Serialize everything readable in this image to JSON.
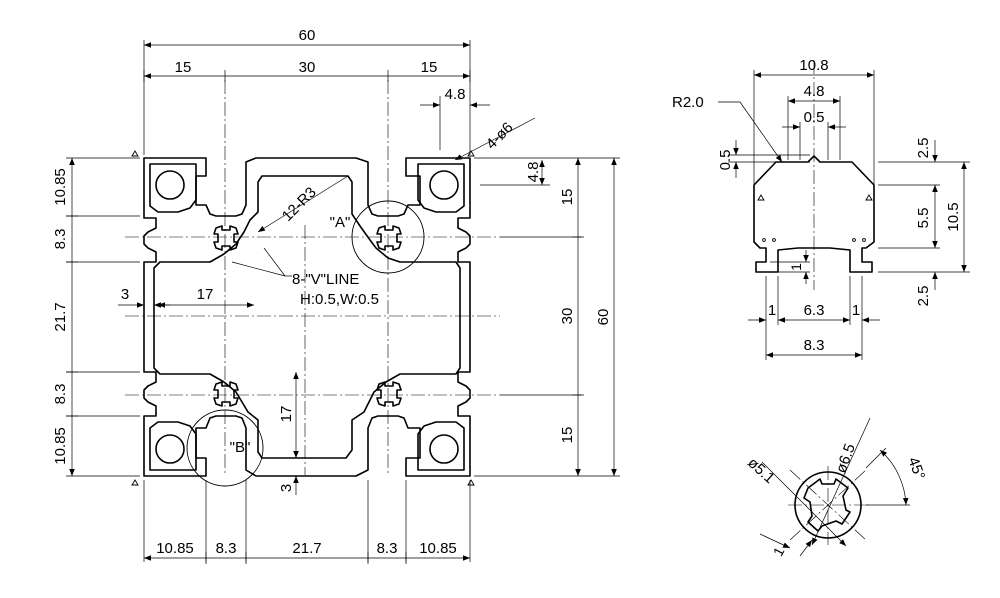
{
  "main_section": {
    "overall_width": "60",
    "top_segments": [
      "15",
      "30",
      "15"
    ],
    "slot_width": "4.8",
    "hole_label": "4-ø6",
    "radius_label": "12-R3",
    "detail_a": "\"A\"",
    "detail_b": "\"B\"",
    "vline_label": "8-\"V\"LINE",
    "vline_spec": "H:0.5,W:0.5",
    "inner_dim_17_h": "17",
    "inner_dim_3_h": "3",
    "inner_dim_17_v": "17",
    "inner_dim_3_v": "3",
    "left_segments": [
      "10.85",
      "8.3",
      "21.7",
      "8.3",
      "10.85"
    ],
    "right_segments": [
      "4.8",
      "15",
      "30",
      "15"
    ],
    "overall_height": "60",
    "bottom_segments": [
      "10.85",
      "8.3",
      "21.7",
      "8.3",
      "10.85"
    ]
  },
  "slot_detail": {
    "width": "10.8",
    "radius": "R2.0",
    "opening": "4.8",
    "v_width": "0.5",
    "v_height": "0.5",
    "right_segments": [
      "2.5",
      "5.5",
      "2.5"
    ],
    "height": "10.5",
    "lip": "1",
    "bottom_segments": [
      "1",
      "6.3",
      "1"
    ],
    "bottom_total": "8.3"
  },
  "hole_detail": {
    "outer_diameter": "ø6.5",
    "inner_diameter": "ø5.1",
    "angle": "45°",
    "key_width": "1"
  }
}
